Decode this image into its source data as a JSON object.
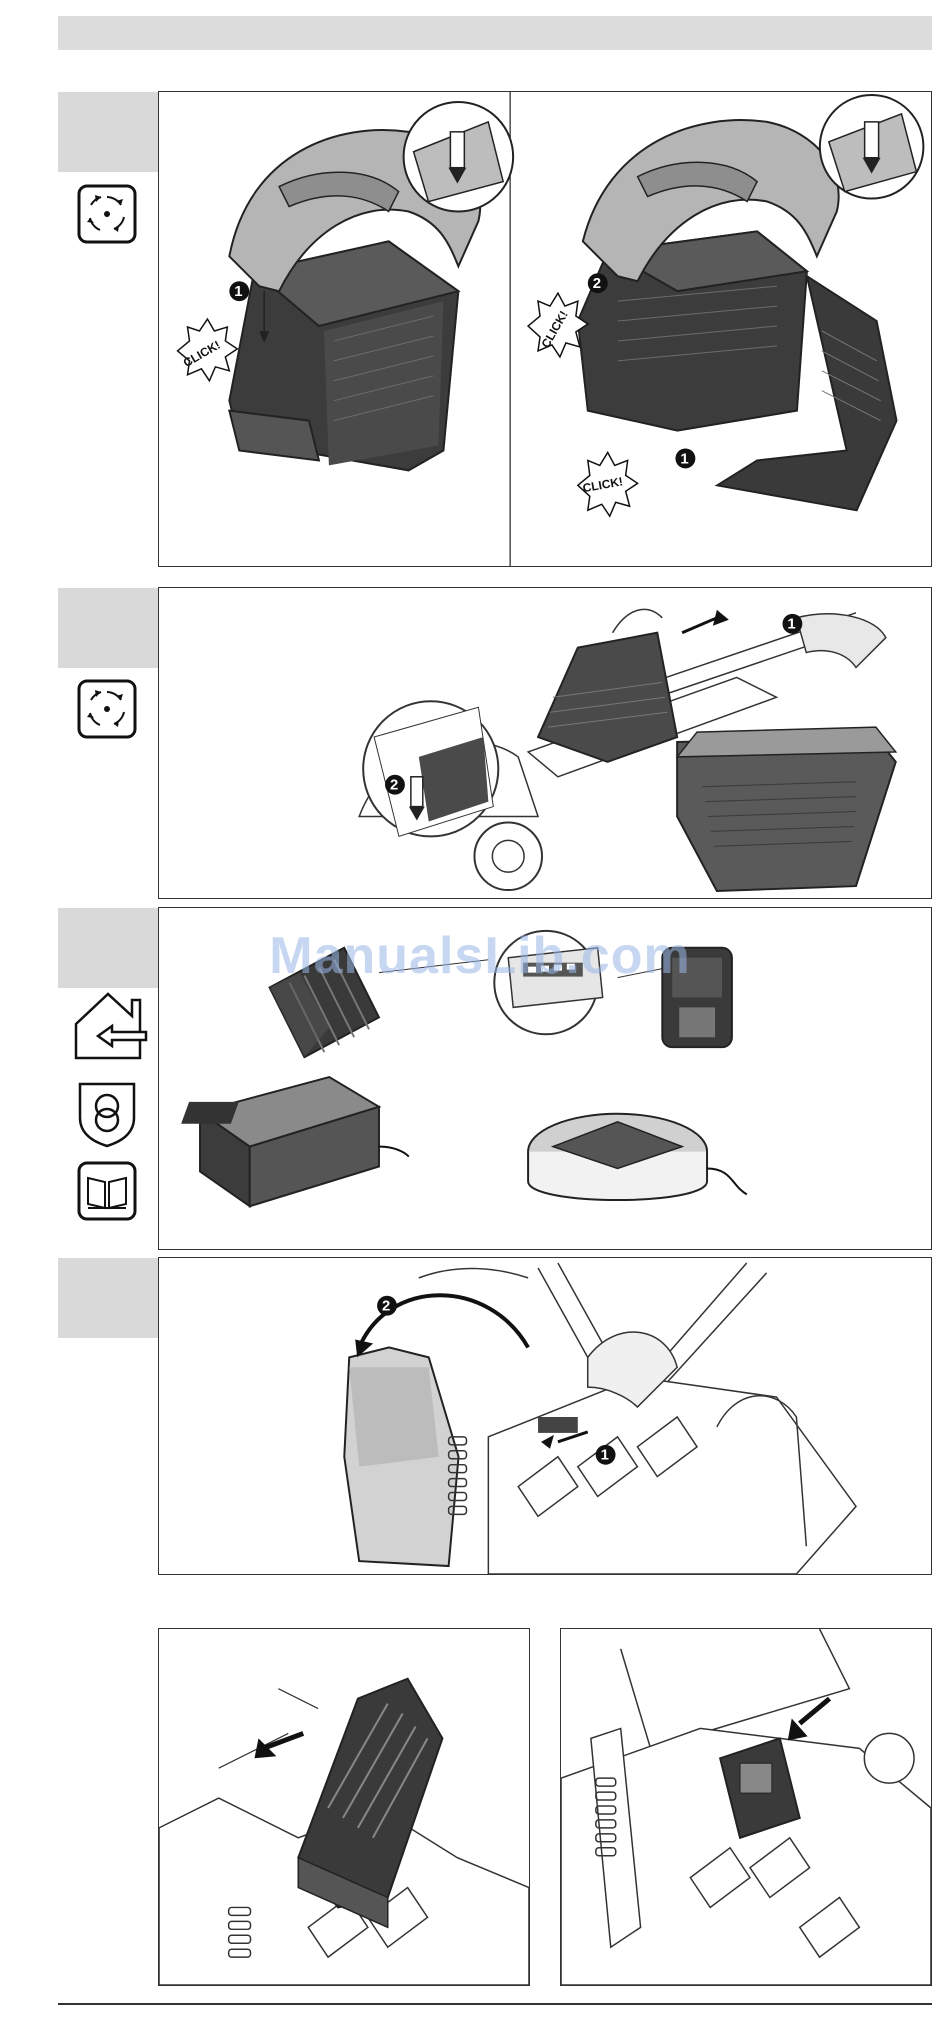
{
  "watermark": "ManualsLib.com",
  "callouts": {
    "click": "CLICK!",
    "step1": "1",
    "step2": "2"
  },
  "icons": {
    "blade": "blade-rotation-icon",
    "indoor": "indoor-use-house-icon",
    "safety_transformer": "safety-transformer-shield-icon",
    "manual": "read-manual-book-icon"
  },
  "colors": {
    "part_dark": "#3a3a3a",
    "part_mid": "#7a7a7a",
    "part_light": "#bcbcbc",
    "line": "#222222",
    "tab_gray": "#d9d9d9"
  }
}
